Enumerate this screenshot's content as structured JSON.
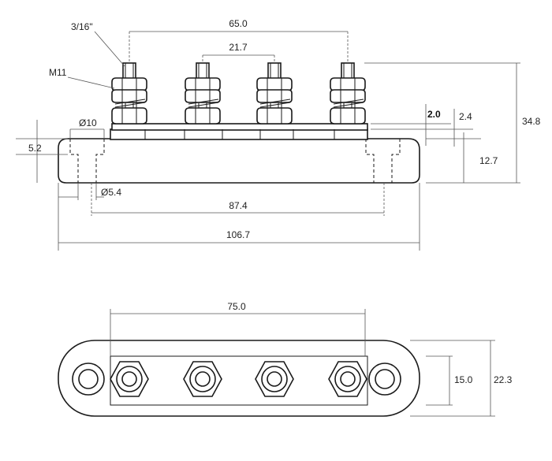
{
  "dimensions": {
    "stud_pitch_outer": "65.0",
    "stud_pitch": "21.7",
    "stud_thread": "3/16\"",
    "nut_size": "M11",
    "plate_thickness": "2.0",
    "strip_thickness": "2.4",
    "total_height": "34.8",
    "mount_counterbore": "Ø10",
    "counterbore_depth": "5.2",
    "base_height": "12.7",
    "mount_hole": "Ø5.4",
    "mount_hole_spacing": "87.4",
    "overall_length": "106.7",
    "strip_length": "75.0",
    "strip_width": "15.0",
    "overall_width": "22.3"
  }
}
